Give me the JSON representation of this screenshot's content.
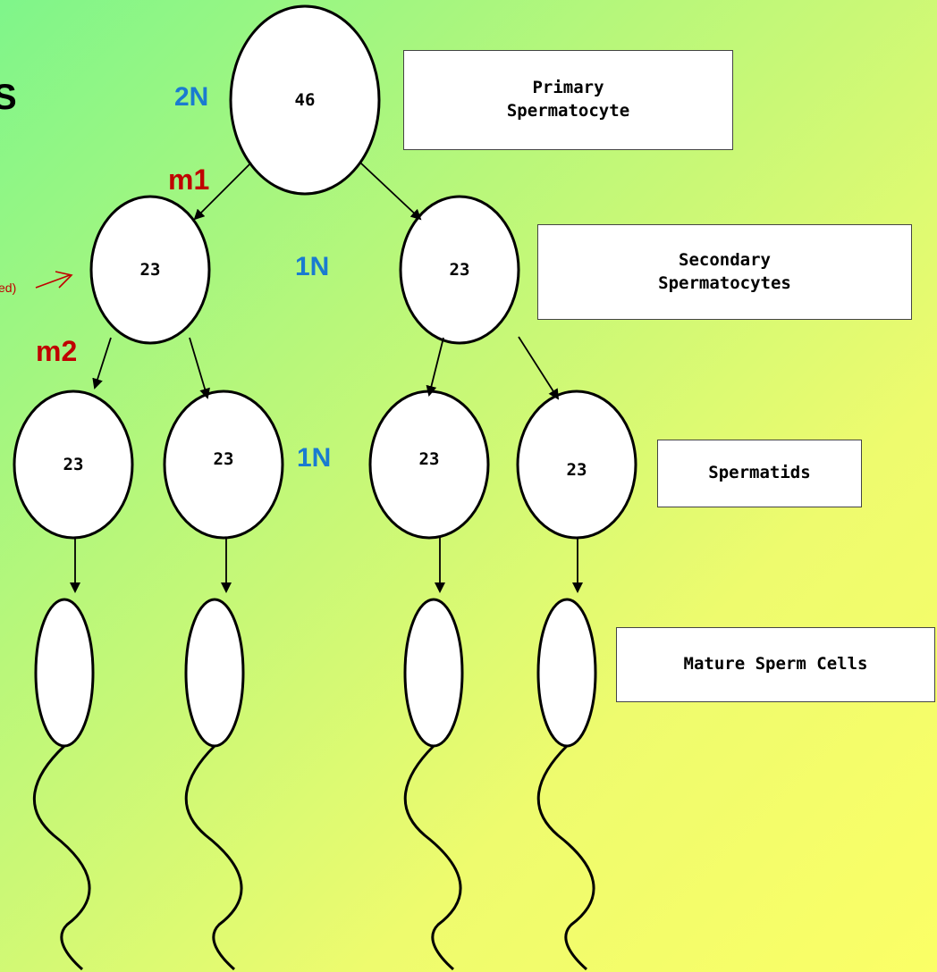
{
  "labels": {
    "primary": "Primary\nSpermatocyte",
    "secondary": "Secondary\nSpermatocytes",
    "spermatids": "Spermatids",
    "mature": "Mature Sperm Cells"
  },
  "ploidy": {
    "diploid": "2N",
    "haploid_1": "1N",
    "haploid_2": "1N"
  },
  "divisions": {
    "meiosis1": "m1",
    "meiosis2": "m2"
  },
  "chromosomes": {
    "primary": "46",
    "secondary_left": "23",
    "secondary_right": "23",
    "spermatid_1": "23",
    "spermatid_2": "23",
    "spermatid_3": "23",
    "spermatid_4": "23"
  },
  "clipped": {
    "title_fragment": "S",
    "note_fragment": "ed)"
  },
  "colors": {
    "ploidy": "#1a7bd0",
    "division": "#c00000",
    "note": "#c00000"
  }
}
